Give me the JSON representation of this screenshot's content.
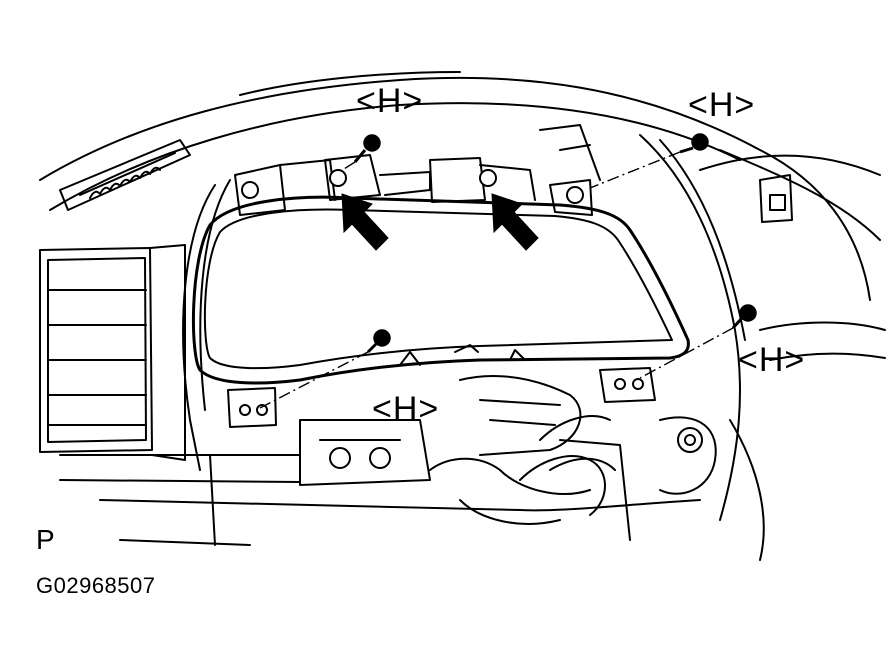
{
  "callouts": [
    {
      "id": "top-left",
      "text": "<H>"
    },
    {
      "id": "top-right",
      "text": "<H>"
    },
    {
      "id": "right",
      "text": "<H>"
    },
    {
      "id": "center",
      "text": "<H>"
    }
  ],
  "side_mark": "P",
  "figure_code": "G02968507"
}
